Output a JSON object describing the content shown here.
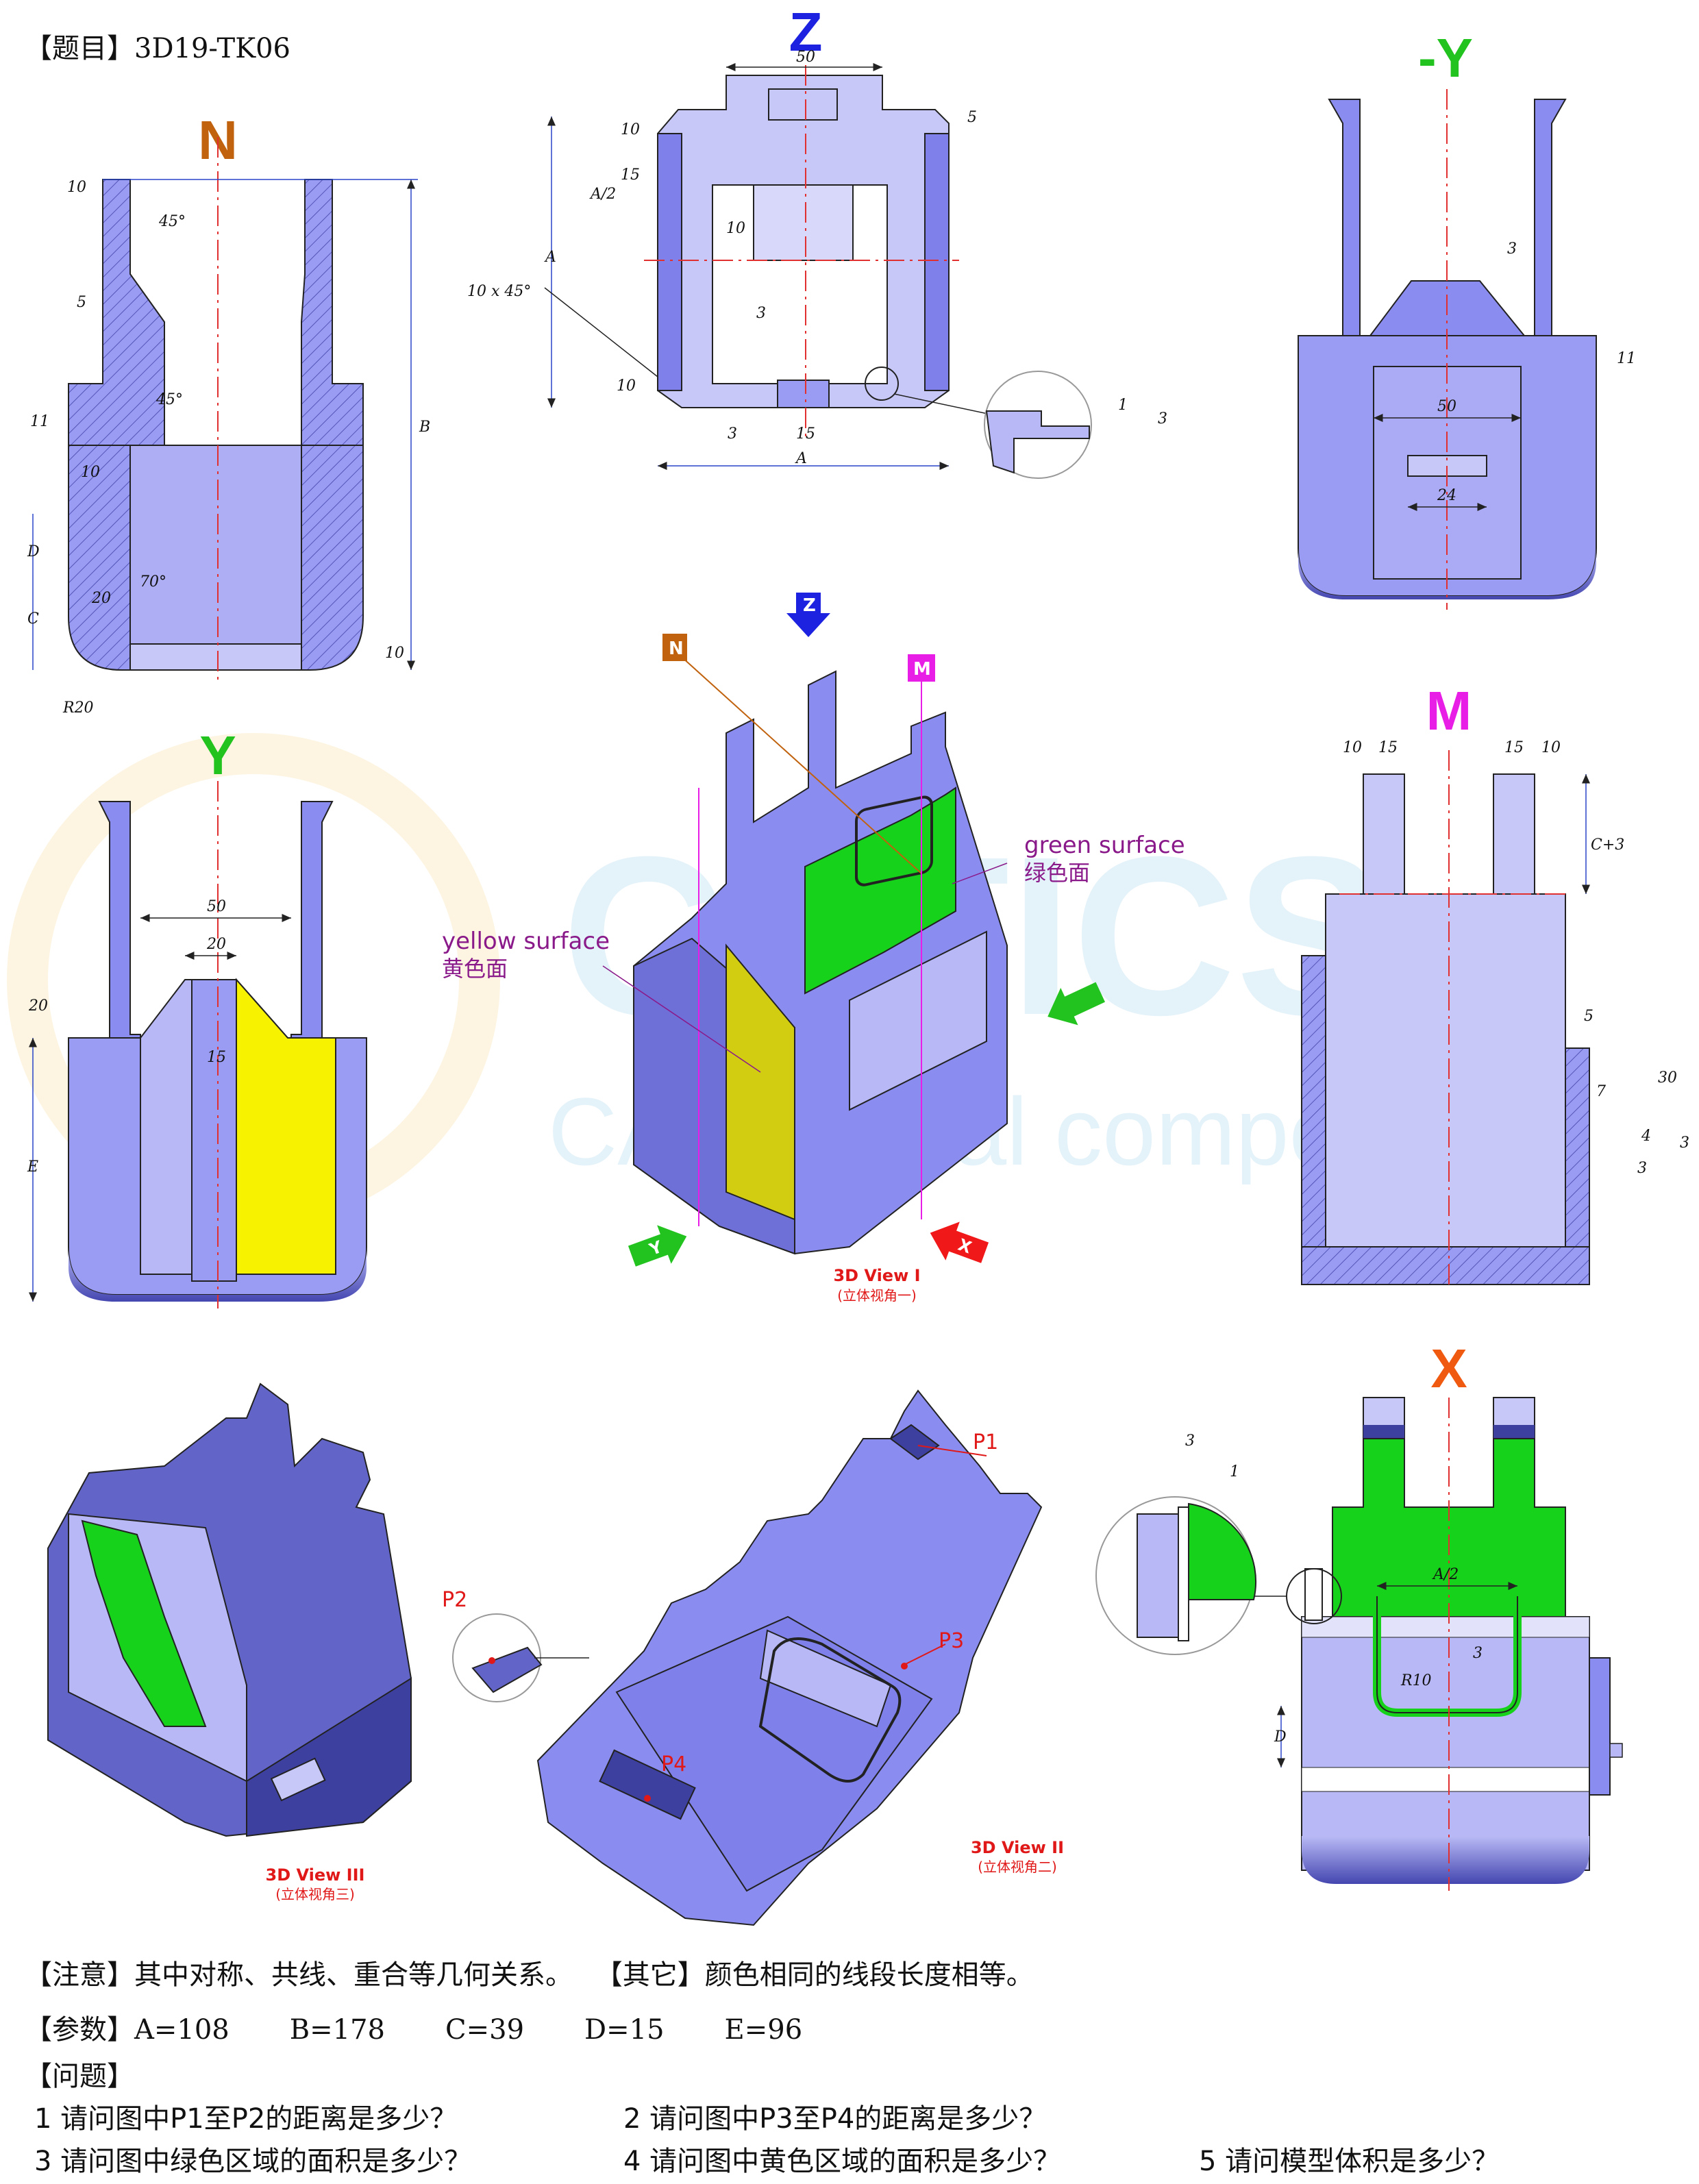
{
  "header": {
    "bracket": "【题目】",
    "code": "3D19-TK06"
  },
  "views": {
    "N": "N",
    "Z": "Z",
    "negY": "-Y",
    "Y": "Y",
    "M": "M",
    "X": "X",
    "iso_N": "N",
    "iso_M": "M",
    "iso_Z": "Z",
    "iso_Y": "Y",
    "iso_X": "X"
  },
  "callouts": {
    "green_en": "green surface",
    "green_cn": "绿色面",
    "yellow_en": "yellow surface",
    "yellow_cn": "黄色面",
    "view1_en": "3D View I",
    "view1_cn": "(立体视角一)",
    "view2_en": "3D View II",
    "view2_cn": "(立体视角二)",
    "view3_en": "3D View III",
    "view3_cn": "(立体视角三)",
    "p1": "P1",
    "p2": "P2",
    "p3": "P3",
    "p4": "P4"
  },
  "dims": {
    "n": [
      "10",
      "45°",
      "5",
      "45°",
      "11",
      "10",
      "D",
      "70°",
      "C",
      "20",
      "10",
      "R20",
      "B"
    ],
    "z": [
      "50",
      "5",
      "10",
      "15",
      "A/2",
      "A",
      "10",
      "3",
      "10 x 45°",
      "10",
      "3",
      "15",
      "A",
      "1",
      "3"
    ],
    "negy": [
      "3",
      "11",
      "50",
      "24"
    ],
    "y": [
      "50",
      "20",
      "20",
      "15",
      "E"
    ],
    "m": [
      "10",
      "15",
      "15",
      "10",
      "C+3",
      "5",
      "7",
      "30",
      "4",
      "3",
      "3"
    ],
    "x": [
      "3",
      "1",
      "A/2",
      "3",
      "R10",
      "D"
    ]
  },
  "watermark": {
    "big": "CATICS",
    "small": "CAD digital competition"
  },
  "notes": {
    "note_label": "【注意】",
    "note_text": "其中对称、共线、重合等几何关系。",
    "other_label": "【其它】",
    "other_text": "颜色相同的线段长度相等。",
    "param_label": "【参数】",
    "params": [
      "A=108",
      "B=178",
      "C=39",
      "D=15",
      "E=96"
    ],
    "question_label": "【问题】"
  },
  "questions": [
    "1  请问图中P1至P2的距离是多少？",
    "2  请问图中P3至P4的距离是多少？",
    "3  请问图中绿色区域的面积是多少？",
    "4  请问图中黄色区域的面积是多少？",
    "5  请问模型体积是多少？"
  ],
  "colors": {
    "body": "#8b8cf0",
    "body_light": "#b7b8f5",
    "body_dark": "#4a4aa8",
    "green": "#16d21a",
    "yellow": "#f7f200",
    "axis": "#e03030",
    "dim": "#2a44c8",
    "label_N": "#c0620e",
    "label_Z": "#1c22e0",
    "label_Y": "#22c31e",
    "label_M": "#e81de6",
    "label_X": "#f05a10",
    "red_text": "#e01818"
  }
}
